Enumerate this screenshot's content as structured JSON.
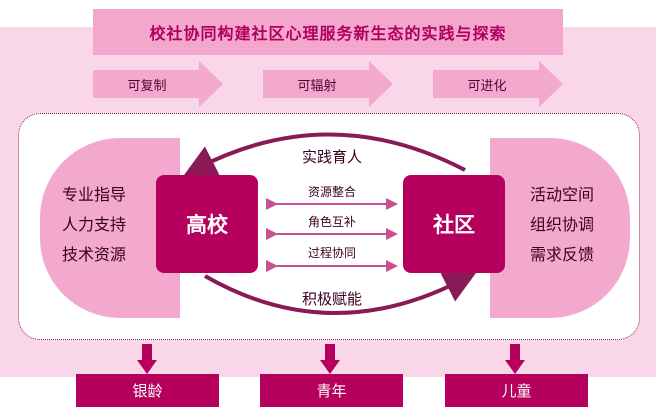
{
  "title": "校社协同构建社区心理服务新生态的实践与探索",
  "top_arrows": [
    "可复制",
    "可辐射",
    "可进化"
  ],
  "left_list": [
    "专业指导",
    "人力支持",
    "技术资源"
  ],
  "right_list": [
    "活动空间",
    "组织协调",
    "需求反馈"
  ],
  "left_core": "高校",
  "right_core": "社区",
  "top_arc_label": "实践育人",
  "bottom_arc_label": "积极赋能",
  "middle_links": [
    "资源整合",
    "角色互补",
    "过程协同"
  ],
  "bottom_boxes": [
    "银龄",
    "青年",
    "儿童"
  ],
  "colors": {
    "accent": "#b5005e",
    "light_pink": "#f9d7e8",
    "mid_pink": "#f2a9cd",
    "title_bg": "#f4a7cd"
  }
}
